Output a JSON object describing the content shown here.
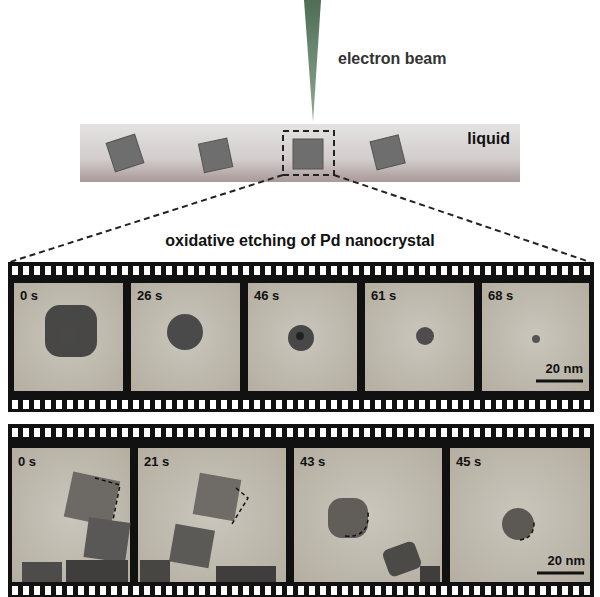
{
  "diagram": {
    "nodes": [
      {
        "text": [
          "liquid"
        ]
      },
      {
        "text": [
          "0 s"
        ]
      },
      {
        "text": [
          "26 s"
        ]
      },
      {
        "text": [
          "46 s"
        ]
      },
      {
        "text": [
          "61 s"
        ]
      },
      {
        "text": [
          "68 s",
          "20 nm"
        ]
      },
      {
        "text": [
          "0 s"
        ]
      },
      {
        "text": [
          "21 s"
        ]
      },
      {
        "text": [
          "43 s"
        ]
      },
      {
        "text": [
          "45 s",
          "20 nm"
        ]
      }
    ],
    "labels": [
      "electron beam",
      "oxidative etching of Pd nanocrystal"
    ]
  }
}
